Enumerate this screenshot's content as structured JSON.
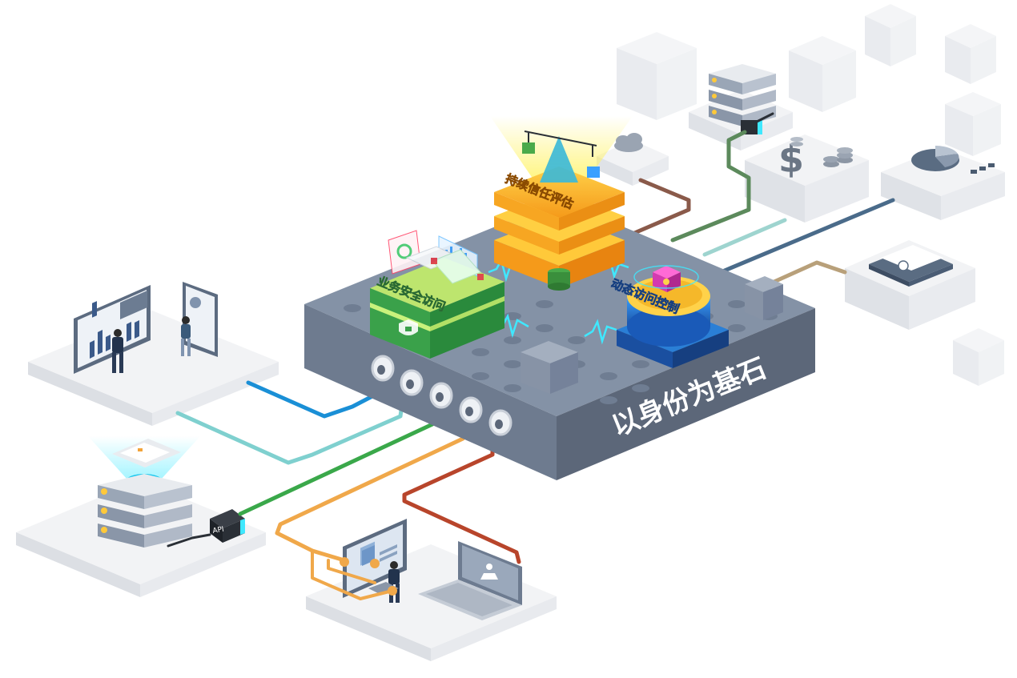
{
  "labels": {
    "foundation": "以身份为基石",
    "continuous_trust": "持续信任评估",
    "secure_access": "业务安全访问",
    "dynamic_control": "动态访问控制",
    "api": "API"
  },
  "colors": {
    "platform_top": "#7f8da3",
    "platform_left": "#6b788d",
    "platform_right": "#5b6679",
    "orange": "#f5a21c",
    "green": "#3fae49",
    "blue": "#1f6fc0",
    "cable_blue": "#1a8fd6",
    "cable_teal": "#7fd0cf",
    "cable_green": "#3aa84a",
    "cable_orange": "#f0a84a",
    "cable_red": "#b8452b",
    "cable_brown": "#8a5a4a",
    "cable_darkgreen": "#5c8a5c",
    "cable_lightteal": "#9ed4cf",
    "cable_steel": "#4a6b8a",
    "cable_tan": "#b8a07a"
  },
  "icons": [
    "scale-icon",
    "cloud-icon",
    "server-icon",
    "dollar-icon",
    "pie-chart-icon",
    "mail-icon",
    "shield-icon",
    "lock-icon",
    "laptop-icon",
    "monitor-icon",
    "tablet-icon",
    "person-icon"
  ]
}
